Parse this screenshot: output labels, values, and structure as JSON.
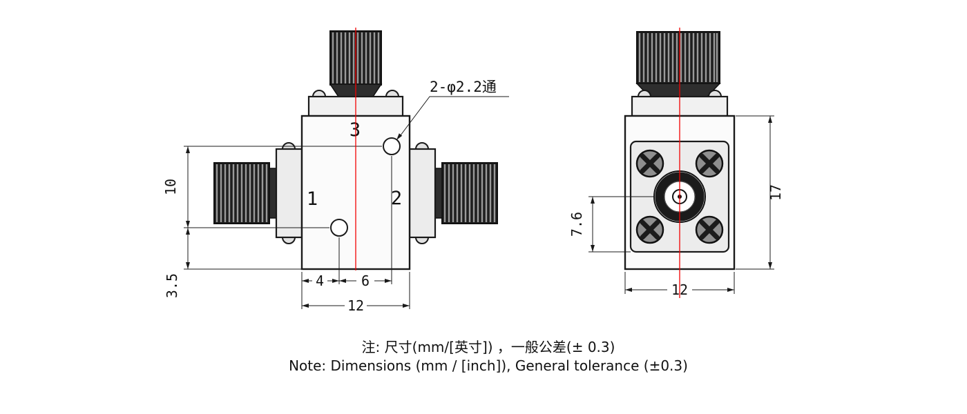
{
  "front_view": {
    "ports": {
      "p1": "1",
      "p2": "2",
      "p3": "3"
    },
    "hole_callout": "2-φ2.2通",
    "dim_10": "10",
    "dim_3_5": "3.5",
    "dim_4": "4",
    "dim_6": "6",
    "dim_12": "12"
  },
  "side_view": {
    "dim_7_6": "7.6",
    "dim_17": "17",
    "dim_12": "12"
  },
  "notes": {
    "zh": "注: 尺寸(mm/[英寸]) ，一般公差(± 0.3)",
    "en": "Note: Dimensions (mm / [inch]), General tolerance (±0.3)"
  },
  "colors": {
    "centerline": "#f20000",
    "outline": "#1a1a1a"
  }
}
